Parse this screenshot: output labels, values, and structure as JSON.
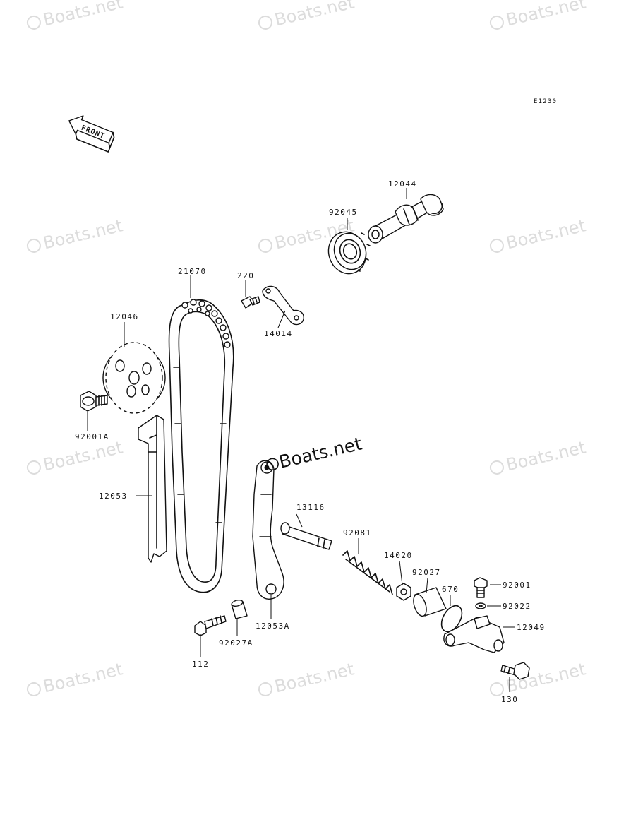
{
  "diagram_code": "E1230",
  "front_label": "FRONT",
  "watermark_text": "Boats.net",
  "center_watermark_text": "Boats.net",
  "parts": {
    "p12044": "12044",
    "p92045": "92045",
    "p21070": "21070",
    "p220": "220",
    "p14014": "14014",
    "p12046": "12046",
    "p92001A": "92001A",
    "p12053": "12053",
    "p12053A": "12053A",
    "p13116": "13116",
    "p92081": "92081",
    "p14020": "14020",
    "p92027": "92027",
    "p670": "670",
    "p92001": "92001",
    "p92022": "92022",
    "p12049": "12049",
    "p130": "130",
    "p112": "112",
    "p92027A": "92027A"
  },
  "colors": {
    "ink": "#111111",
    "watermark": "#dcdcdc"
  }
}
